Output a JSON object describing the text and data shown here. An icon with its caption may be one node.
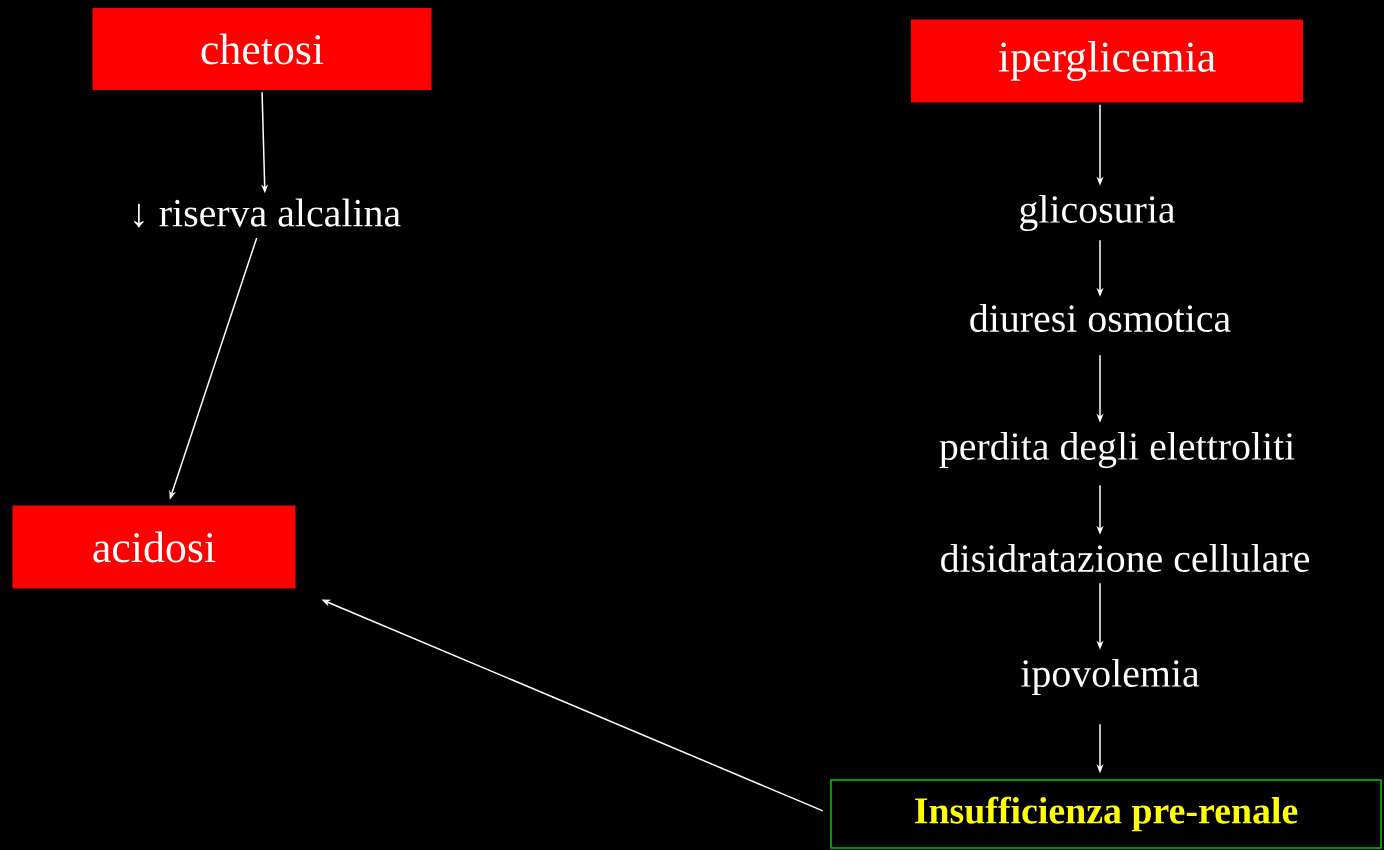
{
  "diagram": {
    "nodes": [
      {
        "text": [
          "chetosi"
        ]
      },
      {
        "text": [
          "↓ riserva alcalina"
        ]
      },
      {
        "text": [
          "acidosi"
        ]
      },
      {
        "text": [
          "iperglicemia"
        ]
      },
      {
        "text": [
          "glicosuria"
        ]
      },
      {
        "text": [
          "diuresi osmotica"
        ]
      },
      {
        "text": [
          "perdita degli elettroliti"
        ]
      },
      {
        "text": [
          "disidratazione cellulare"
        ]
      },
      {
        "text": [
          "ipovolemia"
        ]
      },
      {
        "text": [
          "Insufficienza pre-renale"
        ]
      }
    ],
    "edges": [
      {
        "from": 0,
        "to": 1,
        "arrow": "to"
      },
      {
        "from": 1,
        "to": 2,
        "arrow": "to"
      },
      {
        "from": 3,
        "to": 4,
        "arrow": "to"
      },
      {
        "from": 4,
        "to": 5,
        "arrow": "to"
      },
      {
        "from": 5,
        "to": 6,
        "arrow": "to"
      },
      {
        "from": 6,
        "to": 7,
        "arrow": "to"
      },
      {
        "from": 7,
        "to": 8,
        "arrow": "to"
      },
      {
        "from": 8,
        "to": 9,
        "arrow": "to"
      },
      {
        "from": 9,
        "to": 2,
        "arrow": "to"
      }
    ]
  }
}
